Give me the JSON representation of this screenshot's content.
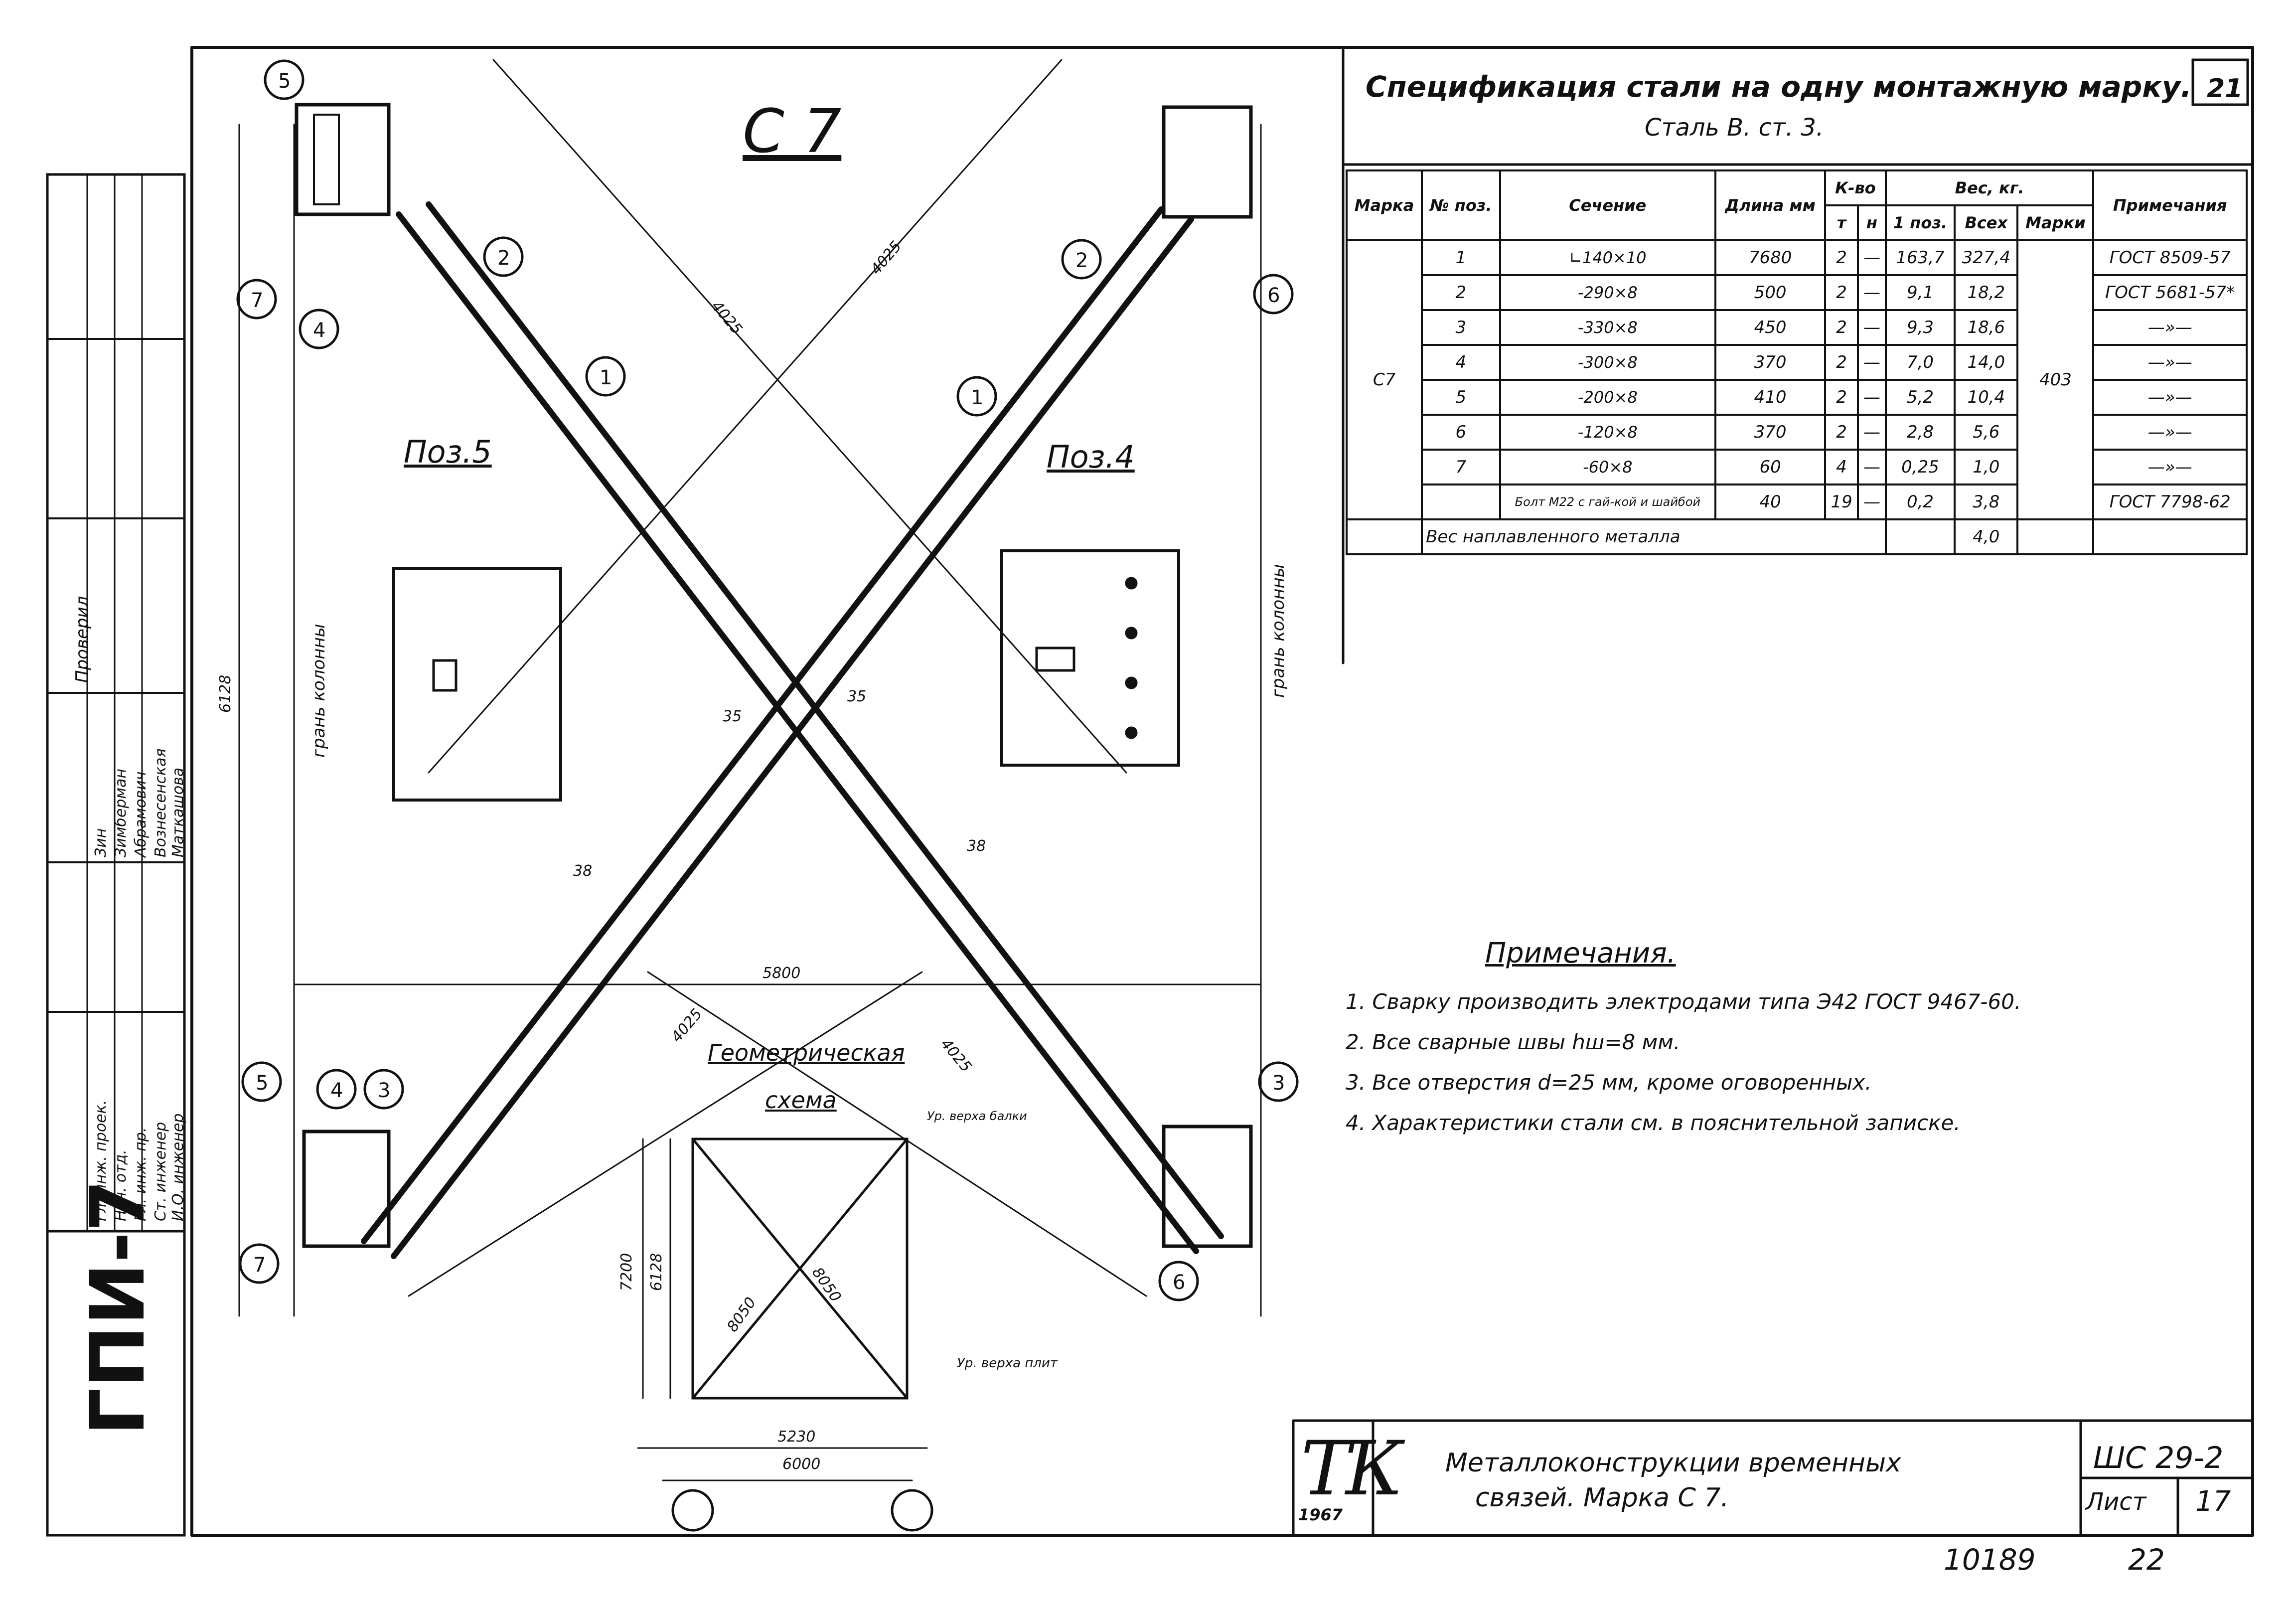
{
  "drawing": {
    "mark": "С 7",
    "poz5_title": "Поз.5",
    "poz4_title": "Поз.4",
    "scheme_title_1": "Геометрическая",
    "scheme_title_2": "схема",
    "column_face_left": "грань колонны",
    "column_face_right": "грань колонны",
    "dim_5800": "5800",
    "dim_6128": "6128",
    "dim_4025_a": "4025",
    "dim_4025_b": "4025",
    "dim_4025_c": "4025",
    "dim_4025_d": "4025",
    "dim_38_a": "38",
    "dim_38_b": "38",
    "dim_35_a": "35",
    "dim_35_b": "35",
    "scheme_dims": {
      "w6000": "6000",
      "w5230": "5230",
      "h7200": "7200",
      "h6128": "6128",
      "d8050a": "8050",
      "d8050b": "8050",
      "top_level": "Ур. верха балки",
      "bottom_level": "Ур. верха плит"
    },
    "callouts": [
      "5",
      "7",
      "4",
      "2",
      "2",
      "6",
      "1",
      "1",
      "5",
      "4",
      "3",
      "3",
      "7",
      "6"
    ]
  },
  "spec": {
    "title": "Спецификация стали на одну монтажную марку.",
    "subtitle": "Сталь В. ст. 3.",
    "sheet_number": "21",
    "headers": {
      "mark": "Марка",
      "pos": "№ поз.",
      "section": "Сечение",
      "length": "Длина мм",
      "qty": "К-во",
      "qty_t": "т",
      "qty_n": "н",
      "weight": "Вес, кг.",
      "w_1pos": "1 поз.",
      "w_all": "Всех",
      "w_mark": "Марки",
      "notes": "Примечания"
    },
    "mark_name": "С7",
    "mark_weight": "403",
    "rows": [
      {
        "pos": "1",
        "section": "∟140×10",
        "length": "7680",
        "t": "2",
        "n": "—",
        "w1": "163,7",
        "wall": "327,4",
        "note": "ГОСТ 8509-57"
      },
      {
        "pos": "2",
        "section": "-290×8",
        "length": "500",
        "t": "2",
        "n": "—",
        "w1": "9,1",
        "wall": "18,2",
        "note": "ГОСТ 5681-57*"
      },
      {
        "pos": "3",
        "section": "-330×8",
        "length": "450",
        "t": "2",
        "n": "—",
        "w1": "9,3",
        "wall": "18,6",
        "note": "—»—"
      },
      {
        "pos": "4",
        "section": "-300×8",
        "length": "370",
        "t": "2",
        "n": "—",
        "w1": "7,0",
        "wall": "14,0",
        "note": "—»—"
      },
      {
        "pos": "5",
        "section": "-200×8",
        "length": "410",
        "t": "2",
        "n": "—",
        "w1": "5,2",
        "wall": "10,4",
        "note": "—»—"
      },
      {
        "pos": "6",
        "section": "-120×8",
        "length": "370",
        "t": "2",
        "n": "—",
        "w1": "2,8",
        "wall": "5,6",
        "note": "—»—"
      },
      {
        "pos": "7",
        "section": "-60×8",
        "length": "60",
        "t": "4",
        "n": "—",
        "w1": "0,25",
        "wall": "1,0",
        "note": "—»—"
      },
      {
        "pos": "",
        "section": "Болт М22 с гай-кой и шайбой",
        "length": "40",
        "t": "19",
        "n": "—",
        "w1": "0,2",
        "wall": "3,8",
        "note": "ГОСТ 7798-62"
      }
    ],
    "weld_label": "Вес наплавленного металла",
    "weld_weight": "4,0"
  },
  "notes": {
    "title": "Примечания.",
    "items": [
      "1. Сварку производить электродами типа Э42 ГОСТ 9467-60.",
      "2. Все сварные швы hш=8 мм.",
      "3. Все отверстия d=25 мм, кроме оговоренных.",
      "4. Характеристики стали см. в пояснительной записке."
    ]
  },
  "title_block": {
    "name_line1": "Металлоконструкции временных",
    "name_line2": "связей. Марка С 7.",
    "code": "ШС 29-2",
    "sheet_label": "Лист",
    "sheet": "17",
    "logo": "ТК",
    "year": "1967",
    "foot1": "10189",
    "foot2": "22"
  },
  "stamp": {
    "org": "ГПИ-7",
    "roles": [
      "Гл. инж. проек.",
      "Нач. отд.",
      "Гл. инж. пр.",
      "Ст. инженер",
      "И.О. инженер"
    ],
    "names": [
      "Зин",
      "Зимберман",
      "Абрамович",
      "Вознесенская",
      "Маткашова"
    ],
    "checked": "Проверил"
  }
}
